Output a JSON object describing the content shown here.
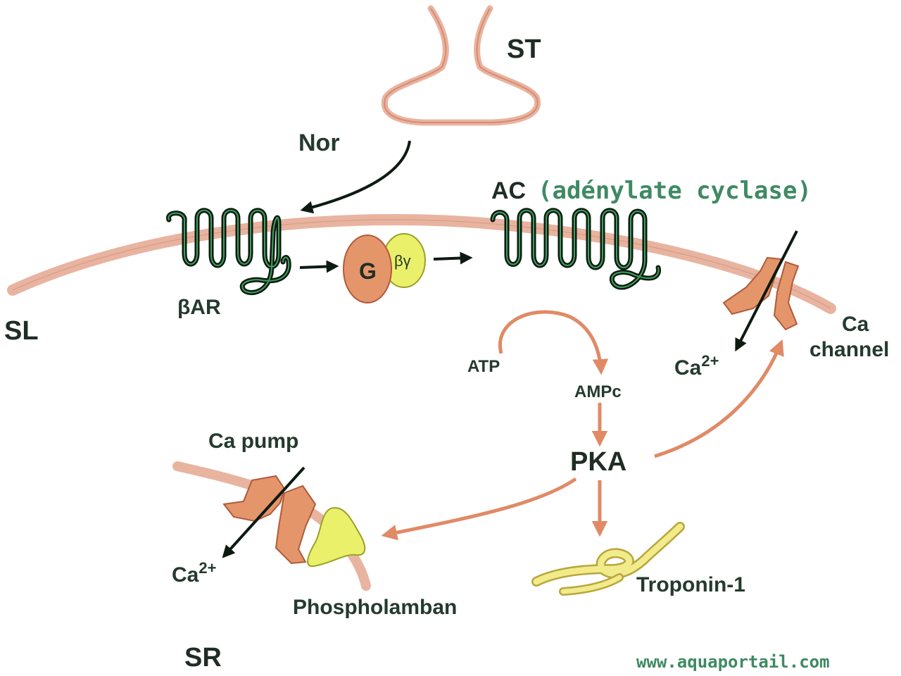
{
  "labels": {
    "st": "ST",
    "nor": "Nor",
    "ac": "AC",
    "ac_note": "(adénylate cyclase)",
    "bar": "βAR",
    "g": "G",
    "bg": "βγ",
    "sl": "SL",
    "atp": "ATP",
    "ampc": "AMPc",
    "pka": "PKA",
    "ca_channel_line1": "Ca",
    "ca_channel_line2": "channel",
    "ca_ion_right": "Ca",
    "ca_ion_right_sup": "2+",
    "ca_pump": "Ca pump",
    "ca_ion_left": "Ca",
    "ca_ion_left_sup": "2+",
    "phospholamban": "Phospholamban",
    "troponin": "Troponin-1",
    "sr": "SR"
  },
  "watermark": "www.aquaportail.com",
  "colors": {
    "membrane": "#e8b4a0",
    "protein_salmon": "#e4956a",
    "protein_yellow": "#eaf069",
    "coil": "#0d1a12",
    "accent_green": "#3f8a63"
  }
}
